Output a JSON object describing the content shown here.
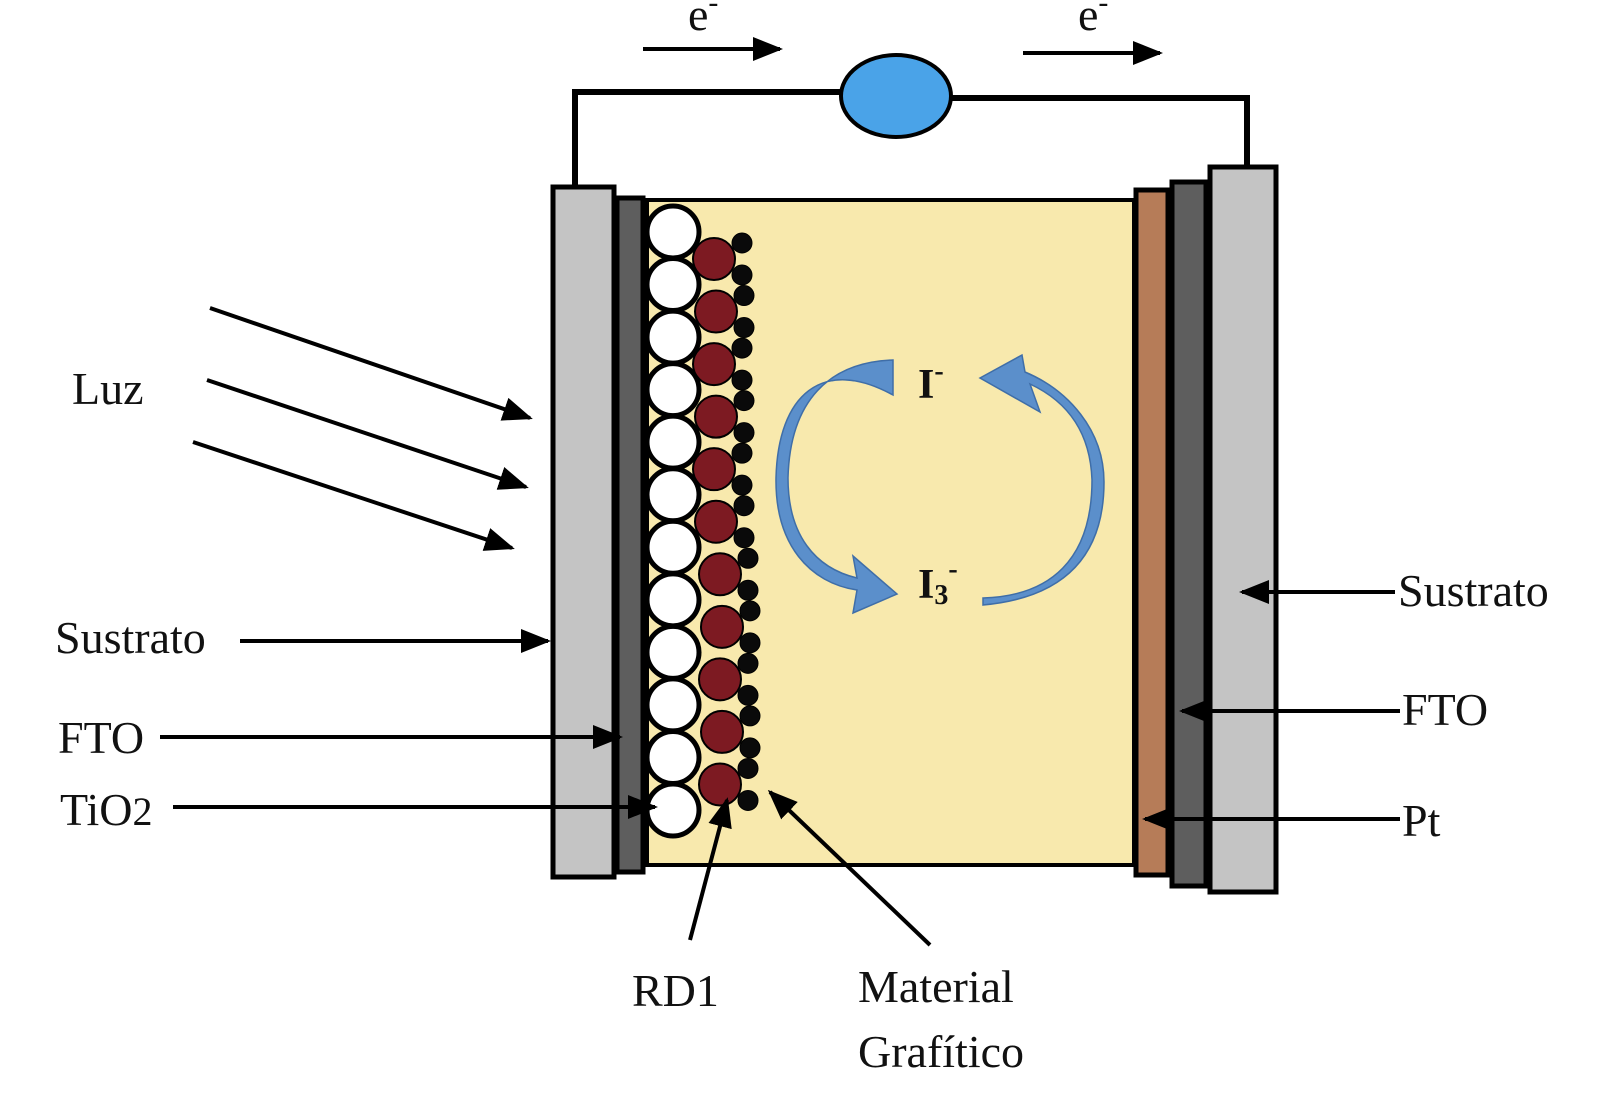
{
  "title": "Dye-sensitized solar cell schematic",
  "colors": {
    "substrate": "#c4c4c4",
    "fto": "#5e5e5e",
    "electrolyte": "#f8e9ad",
    "platinum": "#b67c58",
    "dye": "#7d1a22",
    "tio2": "#ffffff",
    "graphitic": "#0a0a0a",
    "load": "#4aa3e8",
    "cycle_arrow": "#5b8fcb"
  },
  "labels": {
    "electron_left": "e",
    "electron_right": "e",
    "electron_charge": "-",
    "light": "Luz",
    "substrate_left": "Sustrato",
    "fto_left": "FTO",
    "tio2_base": "TiO",
    "tio2_sub": "2",
    "dye": "RD1",
    "graphitic_line1": "Material",
    "graphitic_line2": "Grafítico",
    "iodide": "I",
    "iodide_charge": "-",
    "triiodide": "I",
    "triiodide_sub": "3",
    "triiodide_charge": "-",
    "substrate_right": "Sustrato",
    "fto_right": "FTO",
    "platinum": "Pt"
  },
  "particles": {
    "tio2_count": 12,
    "dye_count": 11
  }
}
